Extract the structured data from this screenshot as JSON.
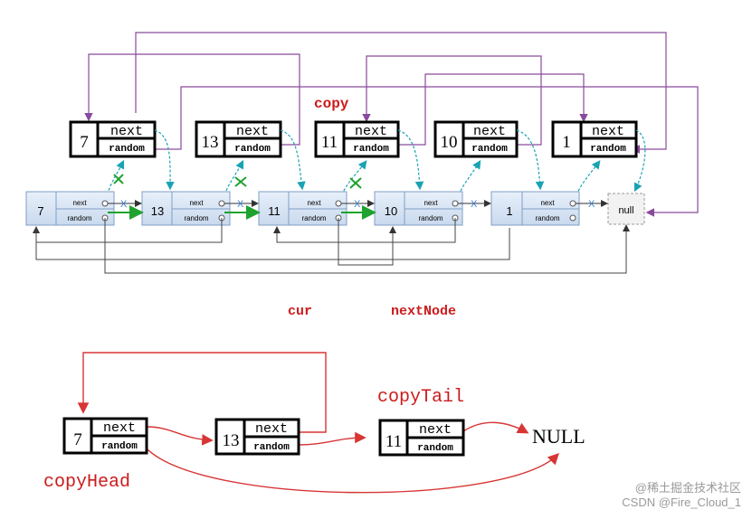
{
  "labels": {
    "copy": "copy",
    "cur": "cur",
    "next_node": "nextNode",
    "copy_tail": "copyTail",
    "copy_head": "copyHead"
  },
  "field_labels": {
    "next": "next",
    "random": "random"
  },
  "copied_nodes": [
    "7",
    "13",
    "11",
    "10",
    "1"
  ],
  "original_nodes": [
    "7",
    "13",
    "11",
    "10",
    "1"
  ],
  "null_box": "null",
  "bottom_list": {
    "nodes": [
      "7",
      "13",
      "11"
    ],
    "terminal": "NULL"
  },
  "cut_mark": "X",
  "watermark": {
    "line1": "@稀土掘金技术社区",
    "line2": "CSDN @Fire_Cloud_1"
  },
  "colors": {
    "label_red": "#cc1b1b",
    "purple_link": "#8a4a9c",
    "teal_link": "#1aa3b3",
    "green_link": "#1fa22e",
    "red_link": "#d83535",
    "node_fill": "#d9e6f5",
    "node_stroke": "#7f9fc4"
  }
}
